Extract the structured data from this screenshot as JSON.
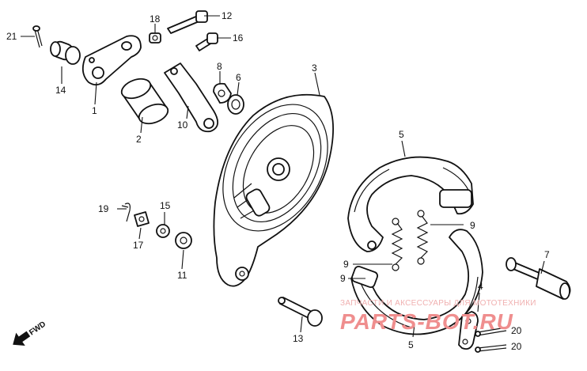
{
  "labels": {
    "p1": "1",
    "p2": "2",
    "p3": "3",
    "p4": "4",
    "p5a": "5",
    "p5b": "5",
    "p6": "6",
    "p7": "7",
    "p8": "8",
    "p9a": "9",
    "p9b": "9",
    "p9c": "9",
    "p10": "10",
    "p11": "11",
    "p12": "12",
    "p13": "13",
    "p14": "14",
    "p15": "15",
    "p16": "16",
    "p17": "17",
    "p18": "18",
    "p19": "19",
    "p20a": "20",
    "p20b": "20",
    "p21": "21"
  },
  "direction": "FWD",
  "watermark": {
    "line1": "ЗАПЧАСТИ И АКСЕССУАРЫ ДЛЯ МОТОТЕХНИКИ",
    "line2": "PARTS-BOT.RU"
  },
  "colors": {
    "ink": "#111111",
    "watermark": "#ef8e8e",
    "background": "#ffffff"
  }
}
